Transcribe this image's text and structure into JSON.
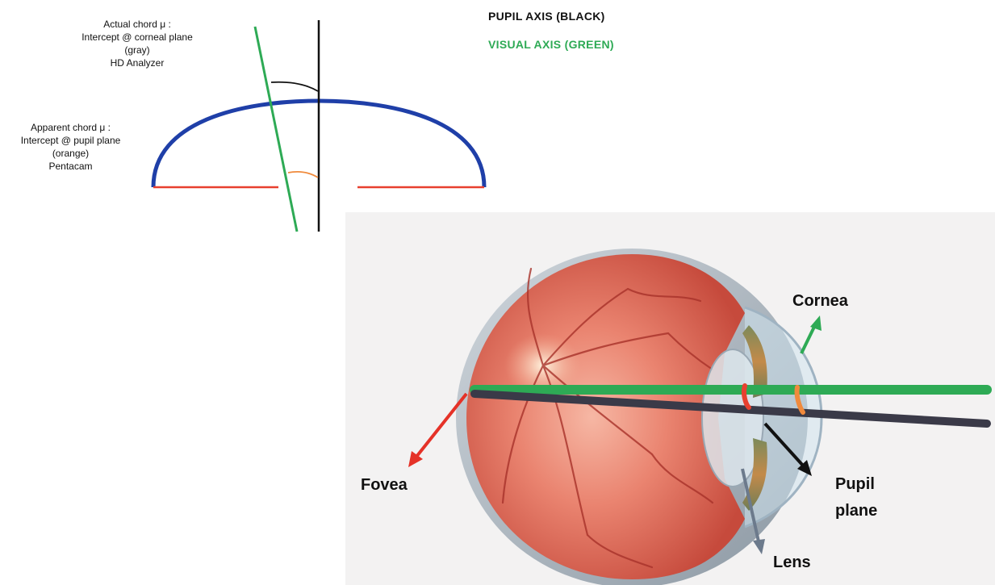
{
  "schematic": {
    "actual_chord": {
      "line1": "Actual chord μ :",
      "line2": "Intercept @ corneal plane",
      "line3": "(gray)",
      "line4": "HD Analyzer"
    },
    "apparent_chord": {
      "line1": "Apparent chord μ :",
      "line2": "Intercept @ pupil plane",
      "line3": "(orange)",
      "line4": "Pentacam"
    },
    "legend": {
      "pupil_axis": "PUPIL AXIS (BLACK)",
      "visual_axis": "VISUAL AXIS (GREEN)"
    }
  },
  "eye": {
    "labels": {
      "cornea": "Cornea",
      "fovea": "Fovea",
      "pupil_plane_line1": "Pupil",
      "pupil_plane_line2": "plane",
      "lens": "Lens"
    }
  },
  "colors": {
    "cornea_arc": "#1f3fa8",
    "pupil_plane_line": "#e8402f",
    "apparent_chord_arc": "#f08a3c",
    "visual_axis": "#2eaa55",
    "pupil_axis": "#111111",
    "fovea_arrow": "#e53228",
    "lens_arrow": "#6c7a8c",
    "cornea_arrow": "#2eaa55",
    "retina": "#e06a55"
  }
}
